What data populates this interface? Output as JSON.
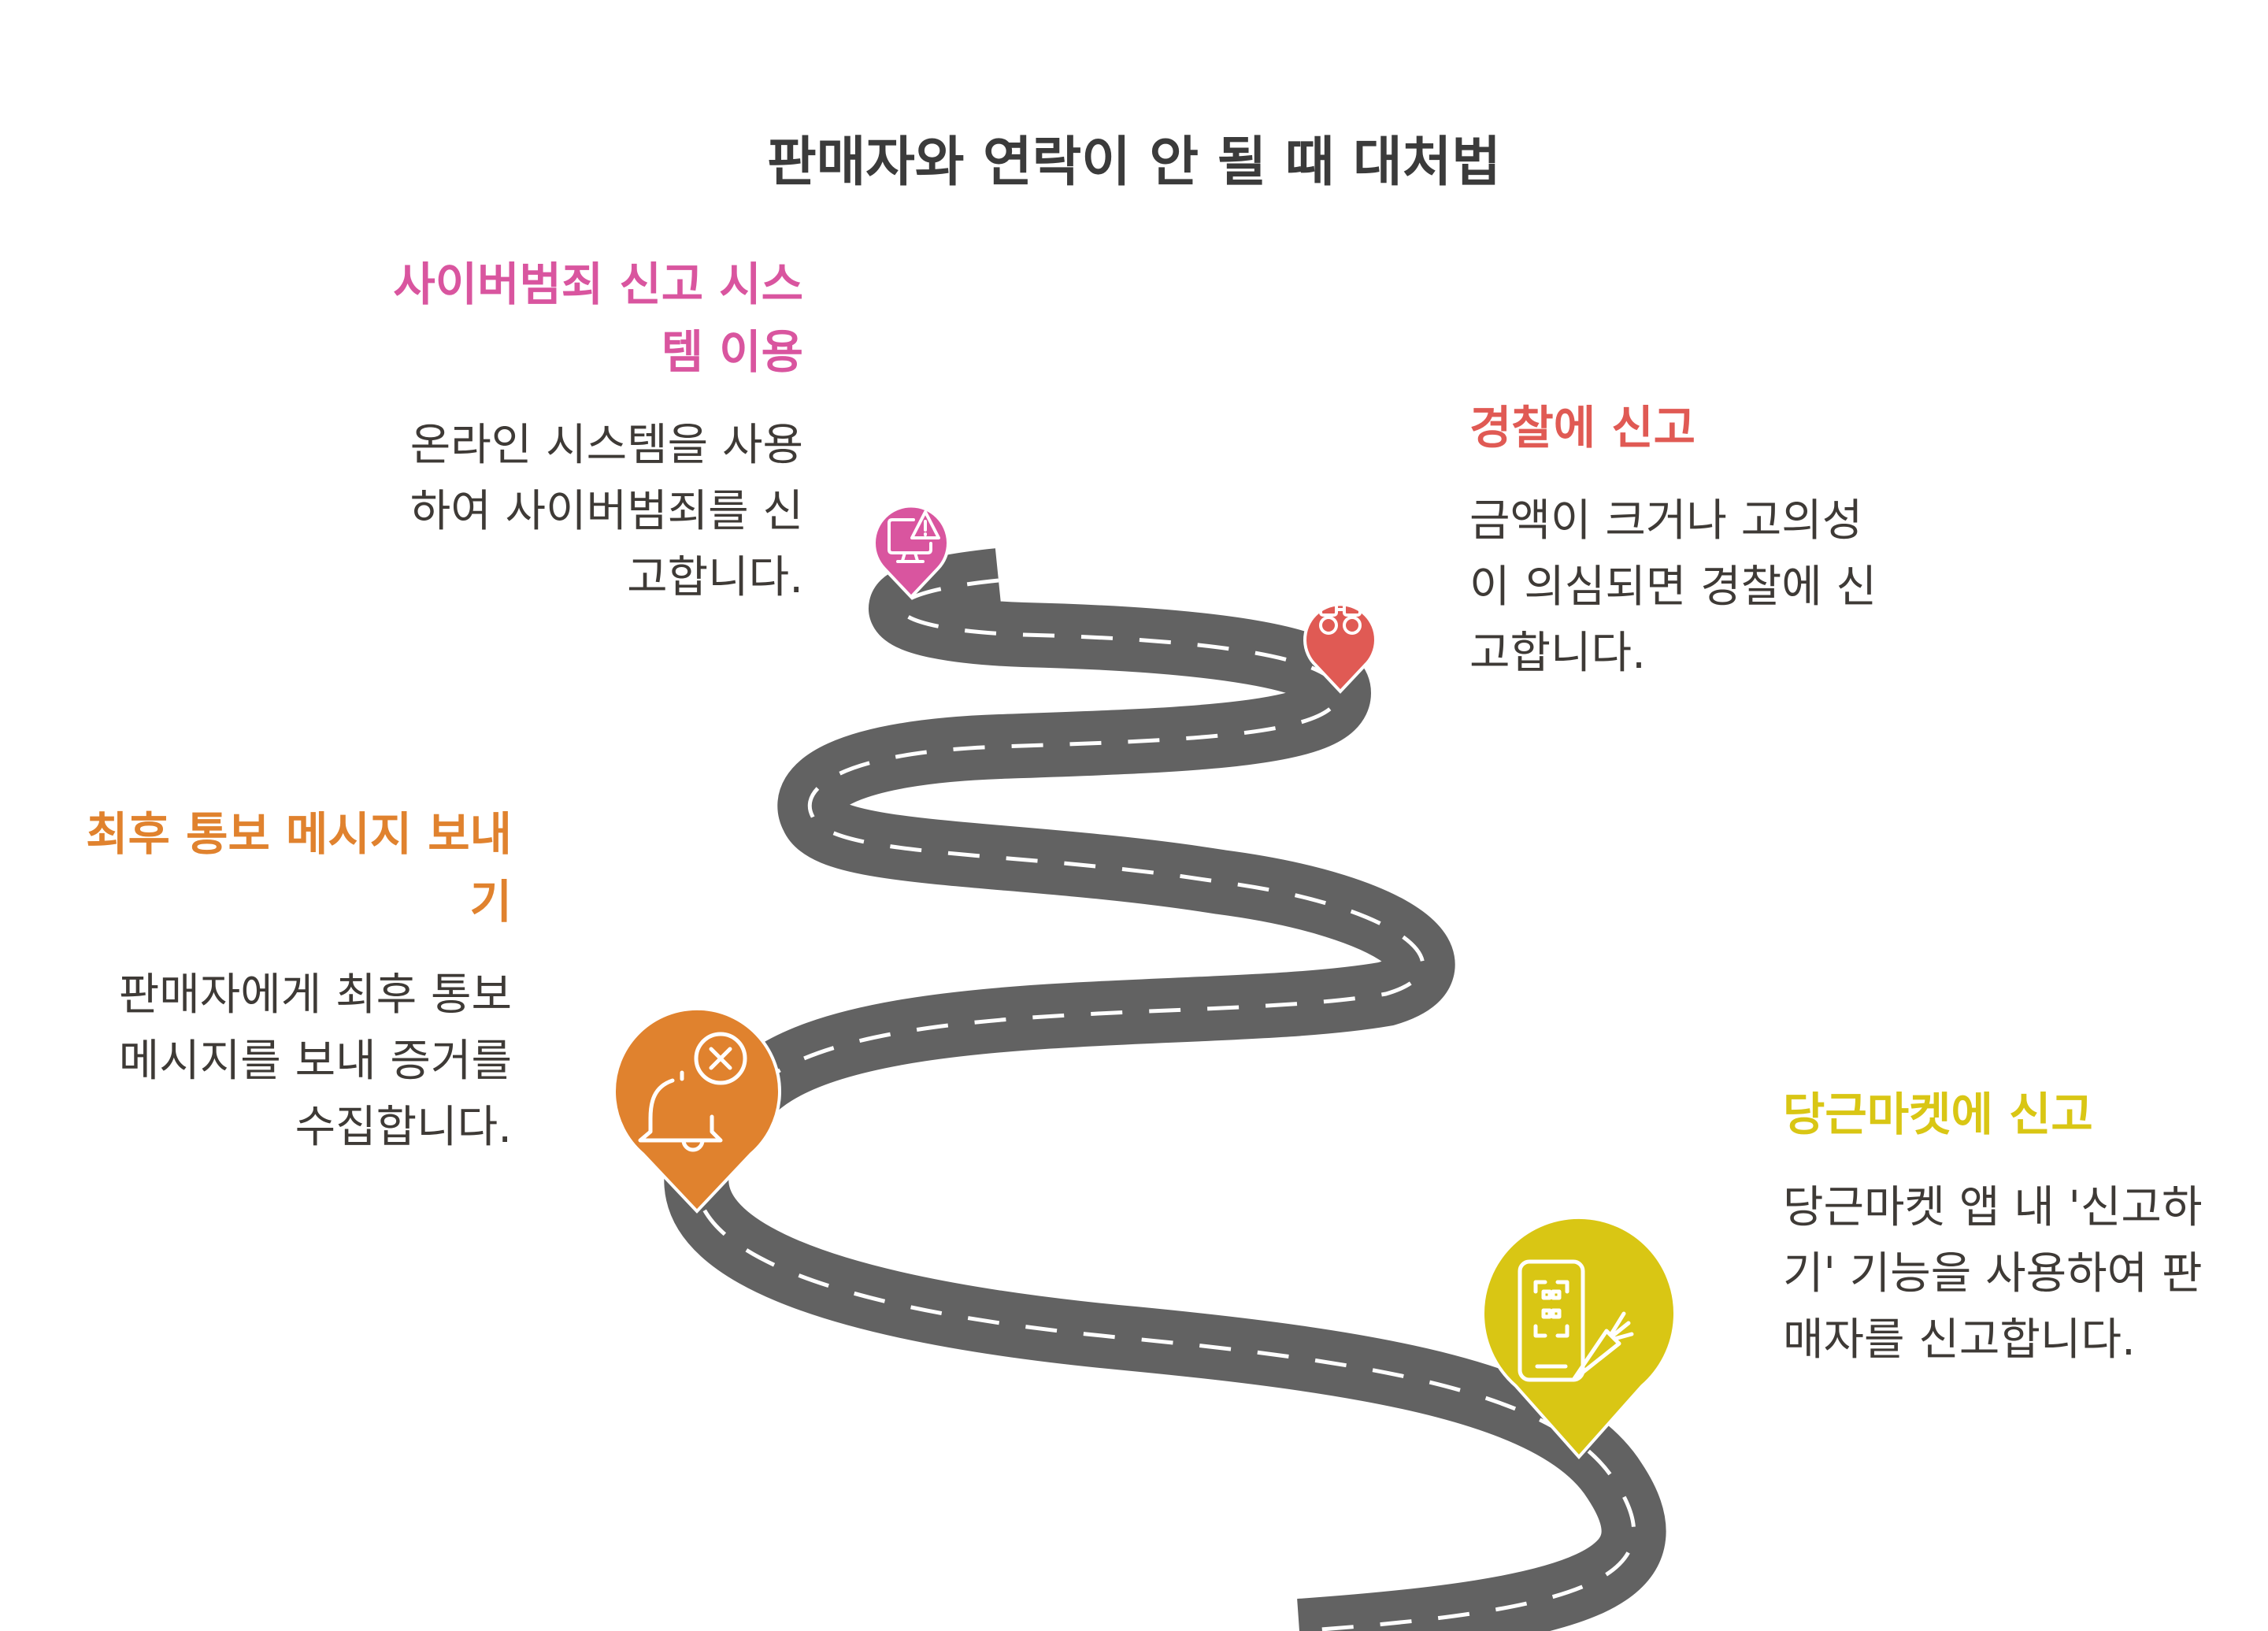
{
  "title": "판매자와 연락이 안 될 때 대처법",
  "steps": [
    {
      "heading": "사이버범죄 신고 시스템 이용",
      "heading_lines": [
        "사이버범죄 신고 시스",
        "템 이용"
      ],
      "description_lines": [
        "온라인 시스템을 사용",
        "하여 사이버범죄를 신",
        "고합니다."
      ],
      "color": "#d9559f",
      "icon": "computer-warning-icon"
    },
    {
      "heading": "경찰에 신고",
      "heading_lines": [
        "경찰에 신고"
      ],
      "description_lines": [
        "금액이 크거나 고의성",
        "이 의심되면 경찰에 신",
        "고합니다."
      ],
      "color": "#e05a54",
      "icon": "handcuffs-icon"
    },
    {
      "heading": "최후 통보 메시지 보내기",
      "heading_lines": [
        "최후 통보 메시지 보내",
        "기"
      ],
      "description_lines": [
        "판매자에게 최후 통보",
        "메시지를 보내 증거를",
        "수집합니다."
      ],
      "color": "#e0822e",
      "icon": "bell-cancel-icon"
    },
    {
      "heading": "당근마켓에 신고",
      "heading_lines": [
        "당근마켓에 신고"
      ],
      "description_lines": [
        "당근마켓 앱 내 '신고하",
        "기' 기능을 사용하여 판",
        "매자를 신고합니다."
      ],
      "color": "#d9c614",
      "icon": "phone-qr-carrot-icon"
    }
  ],
  "road_color": "#626262",
  "dash_color": "#ffffff"
}
